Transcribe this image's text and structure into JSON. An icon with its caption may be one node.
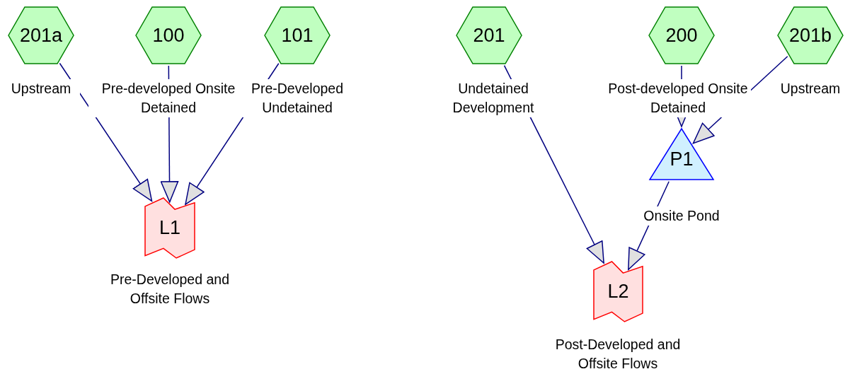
{
  "diagram": {
    "nodes": [
      {
        "text": [
          "201a"
        ],
        "beside": [
          "Upstream"
        ]
      },
      {
        "text": [
          "100"
        ],
        "beside": [
          "Pre-developed Onsite Detained"
        ]
      },
      {
        "text": [
          "101"
        ],
        "beside": [
          "Pre-Developed Undetained"
        ]
      },
      {
        "text": [
          "201"
        ],
        "beside": [
          "Undetained Development"
        ]
      },
      {
        "text": [
          "200"
        ],
        "beside": [
          "Post-developed Onsite Detained"
        ]
      },
      {
        "text": [
          "201b"
        ],
        "beside": [
          "Upstream"
        ]
      },
      {
        "text": [
          "P1"
        ],
        "beside": [
          "Onsite Pond"
        ]
      },
      {
        "text": [
          "L1"
        ],
        "beside": [
          "Pre-Developed and Offsite Flows"
        ]
      },
      {
        "text": [
          "L2"
        ],
        "beside": [
          "Post-Developed and Offsite Flows"
        ]
      }
    ],
    "edges": [
      {
        "from": 0,
        "to": 7,
        "arrow": "to"
      },
      {
        "from": 1,
        "to": 7,
        "arrow": "to"
      },
      {
        "from": 2,
        "to": 7,
        "arrow": "to"
      },
      {
        "from": 3,
        "to": 8,
        "arrow": "to"
      },
      {
        "from": 4,
        "to": 6,
        "arrow": "to"
      },
      {
        "from": 5,
        "to": 6,
        "arrow": "to"
      },
      {
        "from": 6,
        "to": 8,
        "arrow": "to"
      }
    ]
  }
}
